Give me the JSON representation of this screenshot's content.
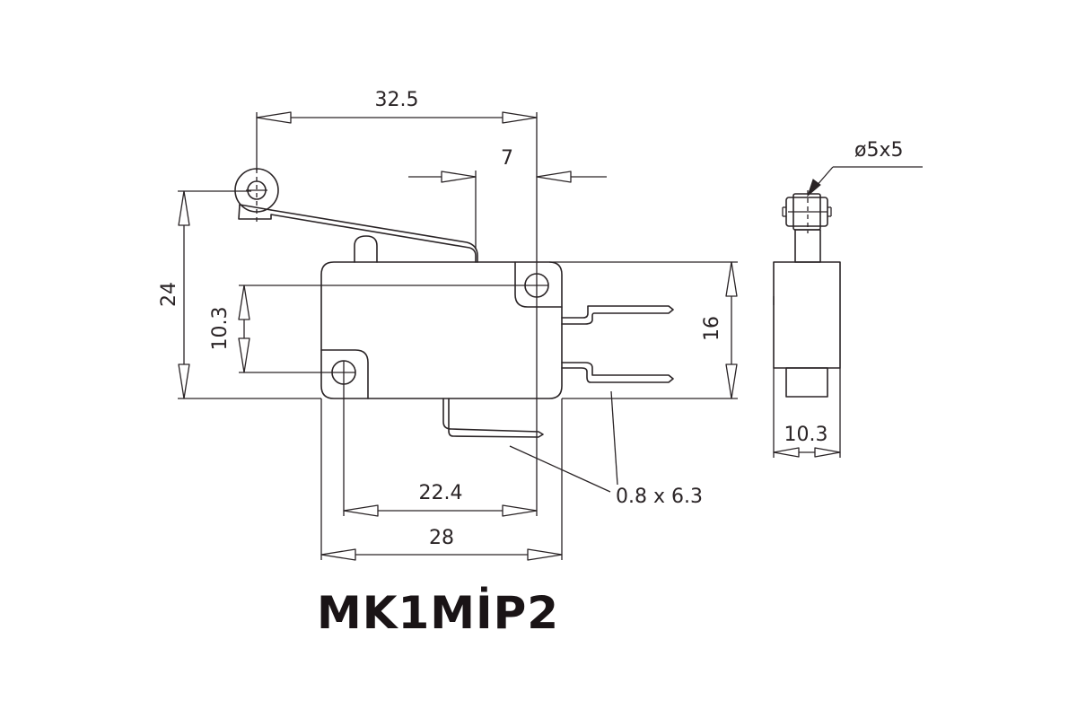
{
  "model": "MK1MİP2",
  "dimensions": {
    "lever_length": "32.5",
    "lever_offset": "7",
    "total_height": "24",
    "mount_hole_vertical": "10.3",
    "body_height": "16",
    "hole_spacing": "22.4",
    "body_length": "28",
    "terminal_size": "0.8 x 6.3",
    "roller_size": "ø5x5",
    "body_width": "10.3"
  },
  "colors": {
    "line": "#2a2426",
    "background": "#ffffff"
  }
}
